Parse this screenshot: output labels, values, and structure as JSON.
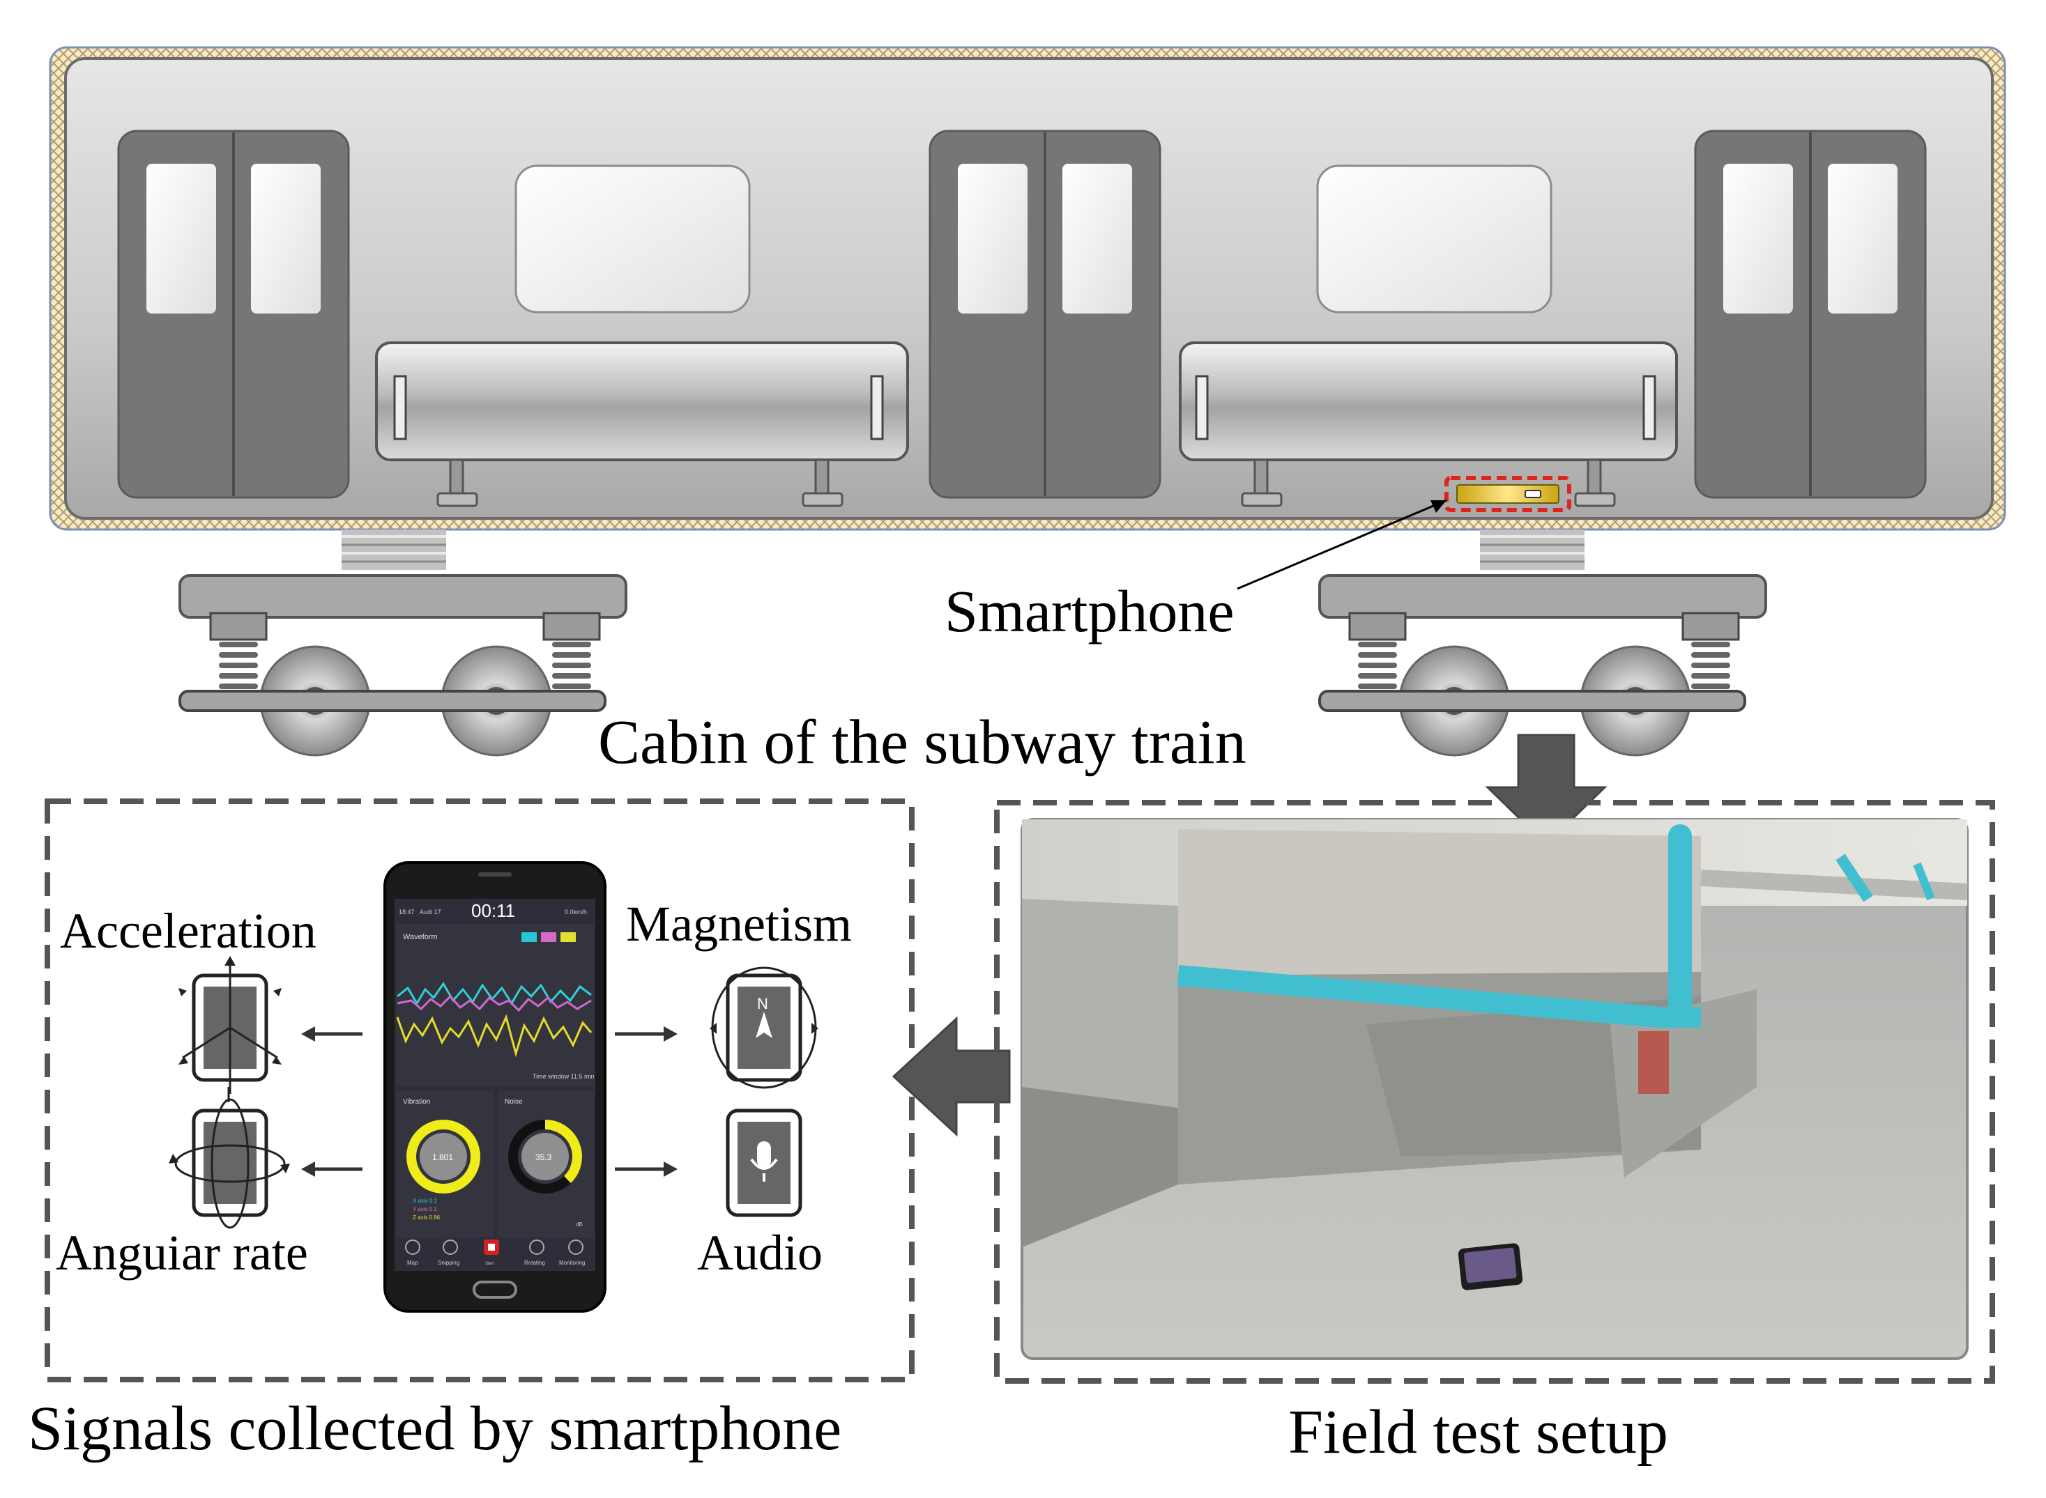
{
  "train": {
    "smartphone_label": "Smartphone",
    "caption": "Cabin of the subway train"
  },
  "signals": {
    "caption": "Signals collected by smartphone",
    "sensors": {
      "acceleration": "Acceleration",
      "angular_rate": "Anguiar rate",
      "magnetism": "Magnetism",
      "audio": "Audio"
    }
  },
  "phone_app": {
    "status_time": "18:47",
    "status_date": "Audi 17",
    "status_right": "0.0km/h",
    "timer": "00:11",
    "waveform_title": "Waveform",
    "time_window": "Time window  11.5 min",
    "vibration_title": "Vibration",
    "vibration_value": "1.801",
    "noise_title": "Noise",
    "noise_value": "35.3",
    "axes": [
      "X axis  0.1",
      "Y axis  0.1",
      "Z axis  0.86"
    ],
    "noise_unit": "dB",
    "nav": [
      "Map",
      "Snipping",
      "Start",
      "Rotating",
      "Monitoring"
    ],
    "compass_letter": "N"
  },
  "field": {
    "caption": "Field test setup"
  },
  "colors": {
    "highlight": "#e0241c",
    "seat_accent": "#41bfd0",
    "gauge": "#f0ec1a",
    "arrow": "#555555"
  }
}
